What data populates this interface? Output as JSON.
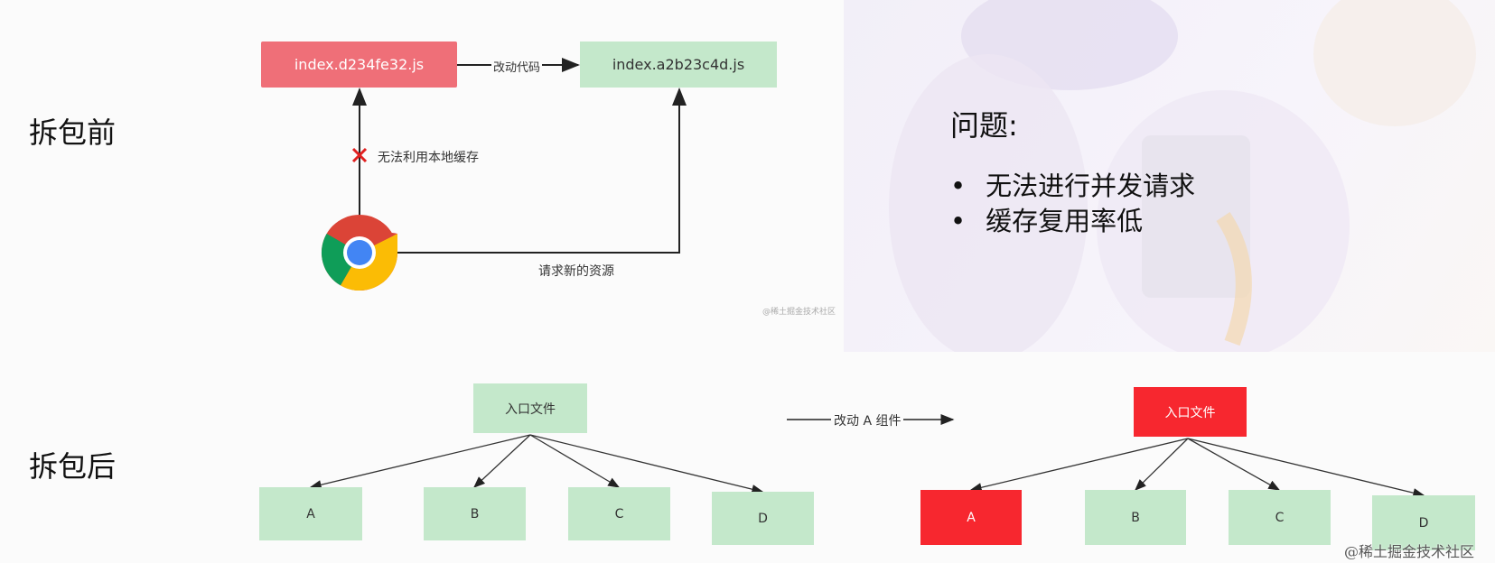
{
  "before": {
    "label": "拆包前",
    "old_file": "index.d234fe32.js",
    "new_file": "index.a2b23c4d.js",
    "change_label": "改动代码",
    "no_cache_label": "无法利用本地缓存",
    "request_label": "请求新的资源",
    "browser_icon": "chrome-icon",
    "watermark": "@稀土掘金技术社区"
  },
  "problems": {
    "title": "问题:",
    "items": [
      "无法进行并发请求",
      "缓存复用率低"
    ]
  },
  "after": {
    "label": "拆包后",
    "change_label": "改动 A 组件",
    "left_tree": {
      "entry": "入口文件",
      "children": [
        "A",
        "B",
        "C",
        "D"
      ]
    },
    "right_tree": {
      "entry": "入口文件",
      "children": [
        "A",
        "B",
        "C",
        "D"
      ],
      "changed": [
        "入口文件",
        "A"
      ]
    }
  },
  "colors": {
    "changed": "#f7272f",
    "old_hash": "#ef6f78",
    "unchanged": "#c4e8cb"
  },
  "footer_watermark": "@稀土掘金技术社区"
}
